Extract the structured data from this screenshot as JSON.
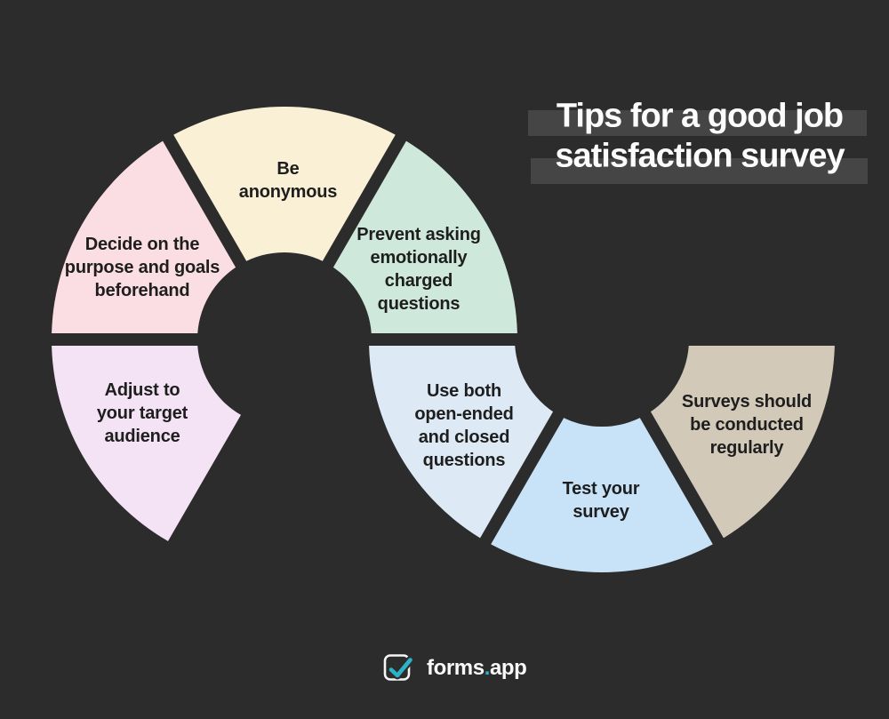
{
  "background": "#2c2c2c",
  "title": {
    "line1": "Tips for a good job",
    "line2": "satisfaction survey",
    "highlight_color": "#454545",
    "text_color": "#fcfcfc"
  },
  "label_color": "#1e1e1e",
  "segments": [
    {
      "label": "Decide on the\npurpose and goals\nbeforehand",
      "color": "#fbdee4"
    },
    {
      "label": "Be\nanonymous",
      "color": "#faf0d6"
    },
    {
      "label": "Prevent asking\nemotionally\ncharged\nquestions",
      "color": "#cfe8dc"
    },
    {
      "label": "Adjust to\nyour target\naudience",
      "color": "#f4e2f5"
    },
    {
      "label": "Use both\nopen-ended\nand closed\nquestions",
      "color": "#dde9f4"
    },
    {
      "label": "Test your\nsurvey",
      "color": "#c8e3f8"
    },
    {
      "label": "Surveys should\nbe conducted\nregularly",
      "color": "#d2c9b9"
    }
  ],
  "logo": {
    "name": "forms",
    "dot": ".",
    "tld": "app",
    "accent": "#2bb3c9",
    "mark_color": "#f5f5f5",
    "checkmark_icon": "check-in-rounded-square"
  }
}
